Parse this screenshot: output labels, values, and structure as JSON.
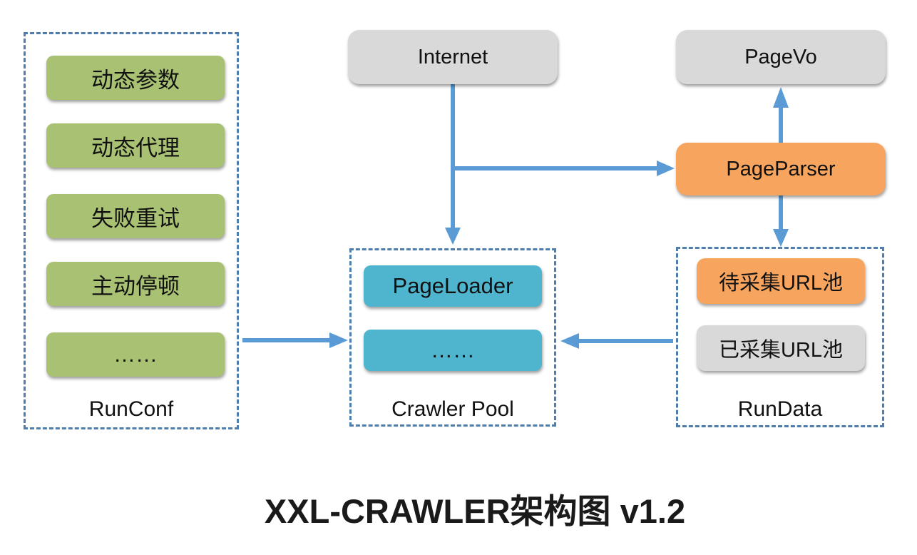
{
  "page": {
    "title_caption": "XXL-CRAWLER架构图 v1.2"
  },
  "colors": {
    "arrow": "#5b9bd5",
    "dash": "#4f7dad",
    "green": "#a9c172",
    "teal": "#4fb4ce",
    "orange": "#f7a55e",
    "gray": "#d9d9d9"
  },
  "runconf": {
    "label": "RunConf",
    "items": [
      "动态参数",
      "动态代理",
      "失败重试",
      "主动停顿",
      "……"
    ]
  },
  "internet": {
    "label": "Internet"
  },
  "pagevo": {
    "label": "PageVo"
  },
  "pageparser": {
    "label": "PageParser"
  },
  "crawler_pool": {
    "label": "Crawler Pool",
    "items": [
      "PageLoader",
      "……"
    ]
  },
  "rundata": {
    "label": "RunData",
    "items": [
      {
        "text": "待采集URL池",
        "color": "orange"
      },
      {
        "text": "已采集URL池",
        "color": "gray"
      }
    ]
  }
}
